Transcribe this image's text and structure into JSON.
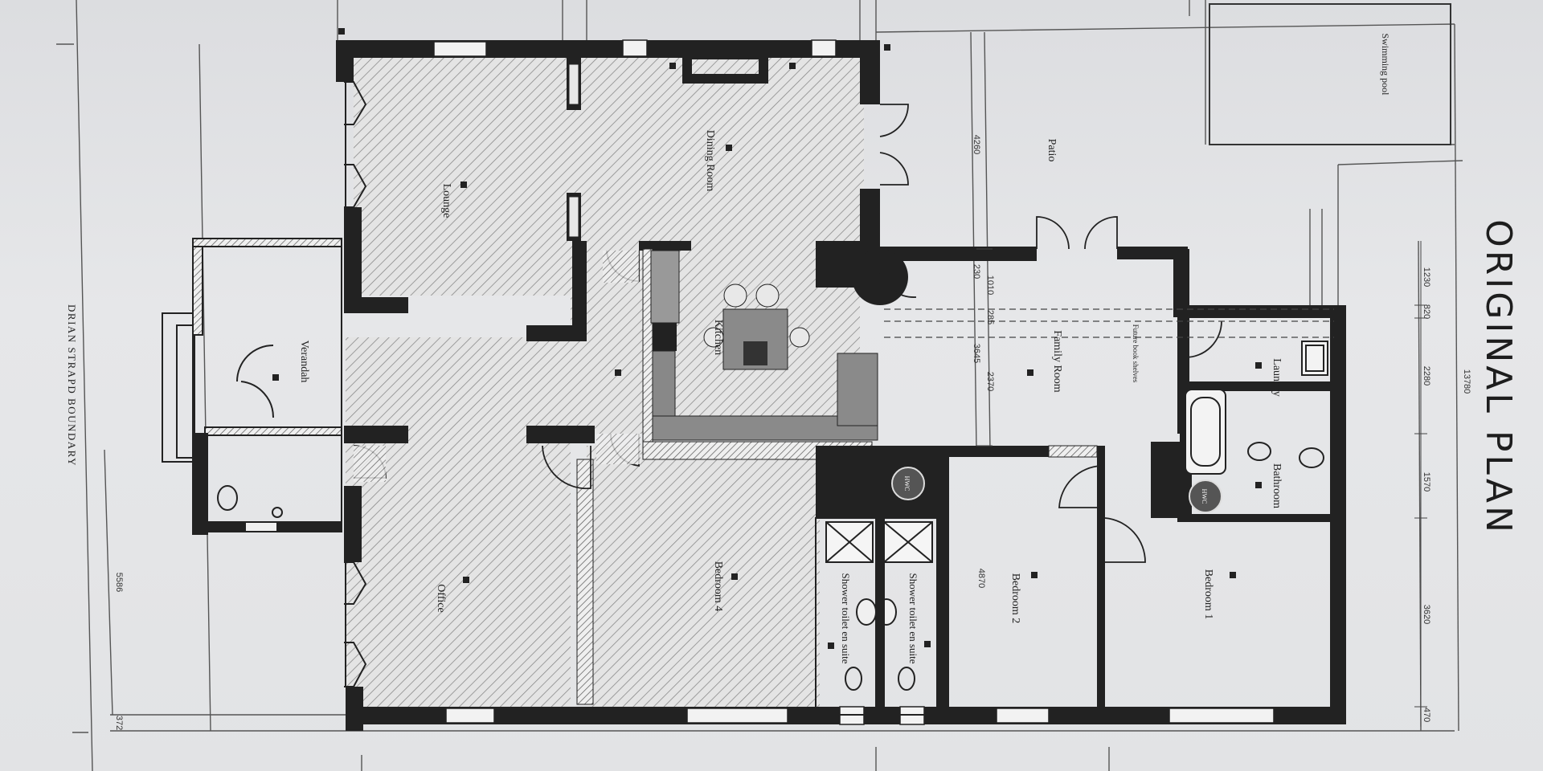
{
  "title": "ORIGINAL PLAN",
  "rooms": {
    "lounge": "Lounge",
    "dining": "Dining Room",
    "kitchen": "Kitchen",
    "verandah": "Verandah",
    "patio": "Patio",
    "pool": "Swimming pool",
    "family": "Family Room",
    "laundry": "Laundry",
    "bathroom": "Bathroom",
    "office": "Office",
    "bedroom4": "Bedroom 4",
    "bedroom2": "Bedroom 2",
    "bedroom1": "Bedroom 1",
    "ensuite1": "Shower toilet en suite",
    "ensuite2": "Shower toilet en suite",
    "future": "Future book shelves",
    "hwc": "HWC",
    "side": "DRIAN STRAPD BOUNDARY"
  },
  "dimensions": {
    "d4260": "4260",
    "d230": "230",
    "d1010": "1010",
    "d285": "285",
    "d3645": "3645",
    "d2370": "2370",
    "d4870": "4870",
    "d1230": "1230",
    "d820": "820",
    "d2280": "2280",
    "d1570": "1570",
    "d3620": "3620",
    "d470": "470",
    "d13780": "13780",
    "d5586": "5586",
    "d372": "372"
  }
}
